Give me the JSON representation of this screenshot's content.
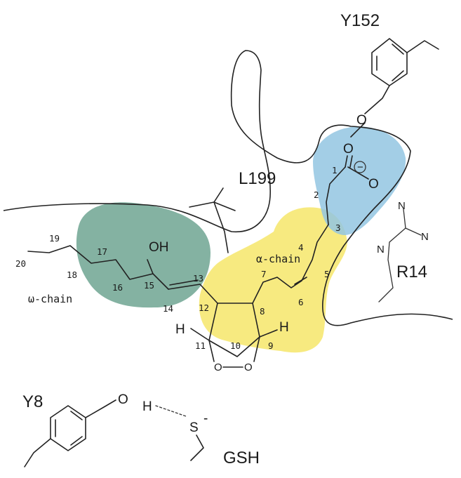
{
  "residues": {
    "y152": "Y152",
    "l199": "L199",
    "r14": "R14",
    "y8": "Y8",
    "gsh": "GSH"
  },
  "chains": {
    "alpha": "α-chain",
    "omega": "ω-chain"
  },
  "atoms": {
    "hydroxyl": "OH",
    "y152_oxygen": "O",
    "carboxyl_o_top": "O",
    "carboxyl_o_right": "O",
    "carboxyl_charge": "−",
    "h_left": "H",
    "h_right": "H",
    "peroxide_o_left": "O",
    "peroxide_o_right": "O",
    "r14_n_top": "N",
    "r14_n_right": "N",
    "r14_n_left": "N",
    "y8_oxygen": "O",
    "y8_hydrogen": "H",
    "gsh_sulfur": "S",
    "gsh_charge": "-"
  },
  "carbon_numbers": [
    "1",
    "2",
    "3",
    "4",
    "5",
    "6",
    "7",
    "8",
    "9",
    "10",
    "11",
    "12",
    "13",
    "14",
    "15",
    "16",
    "17",
    "18",
    "19",
    "20"
  ],
  "colors": {
    "omega_region": "#6fa592",
    "alpha_region": "#f6e872",
    "carboxyl_region": "#93c6e2"
  }
}
